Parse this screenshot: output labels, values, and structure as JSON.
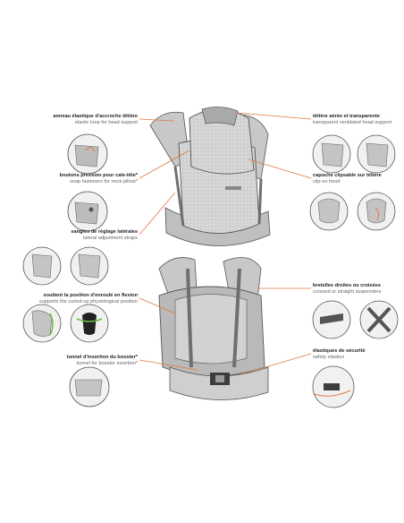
{
  "colors": {
    "accent": "#e07a3f",
    "carrier_light": "#d9d9d9",
    "carrier_dark": "#6f6f6f",
    "bubble_stroke": "#555555",
    "highlight_green": "#6dbb45"
  },
  "callouts_left": [
    {
      "fr": "anneau élastique d'accroche têtière",
      "en": "elastic loop for head support"
    },
    {
      "fr": "boutons pression pour cale-tête*",
      "en": "snap fasteners for neck pillow*"
    },
    {
      "fr": "sangles de réglage latérales",
      "en": "lateral adjustment straps"
    },
    {
      "fr": "soutient la position d'enroulé en flexion",
      "en": "supports the curled-up physiological position"
    },
    {
      "fr": "tunnel d'insertion du booster*",
      "en": "tunnel for booster insertion*"
    }
  ],
  "callouts_right": [
    {
      "fr": "têtière aérée et transparente",
      "en": "transparent ventilated head support"
    },
    {
      "fr": "capuche clipsable sur têtière",
      "en": "clip-on hood"
    },
    {
      "fr": "bretelles droites ou croisées",
      "en": "crossed or straight suspenders"
    },
    {
      "fr": "élastiques de sécurité",
      "en": "safety elastics"
    }
  ]
}
